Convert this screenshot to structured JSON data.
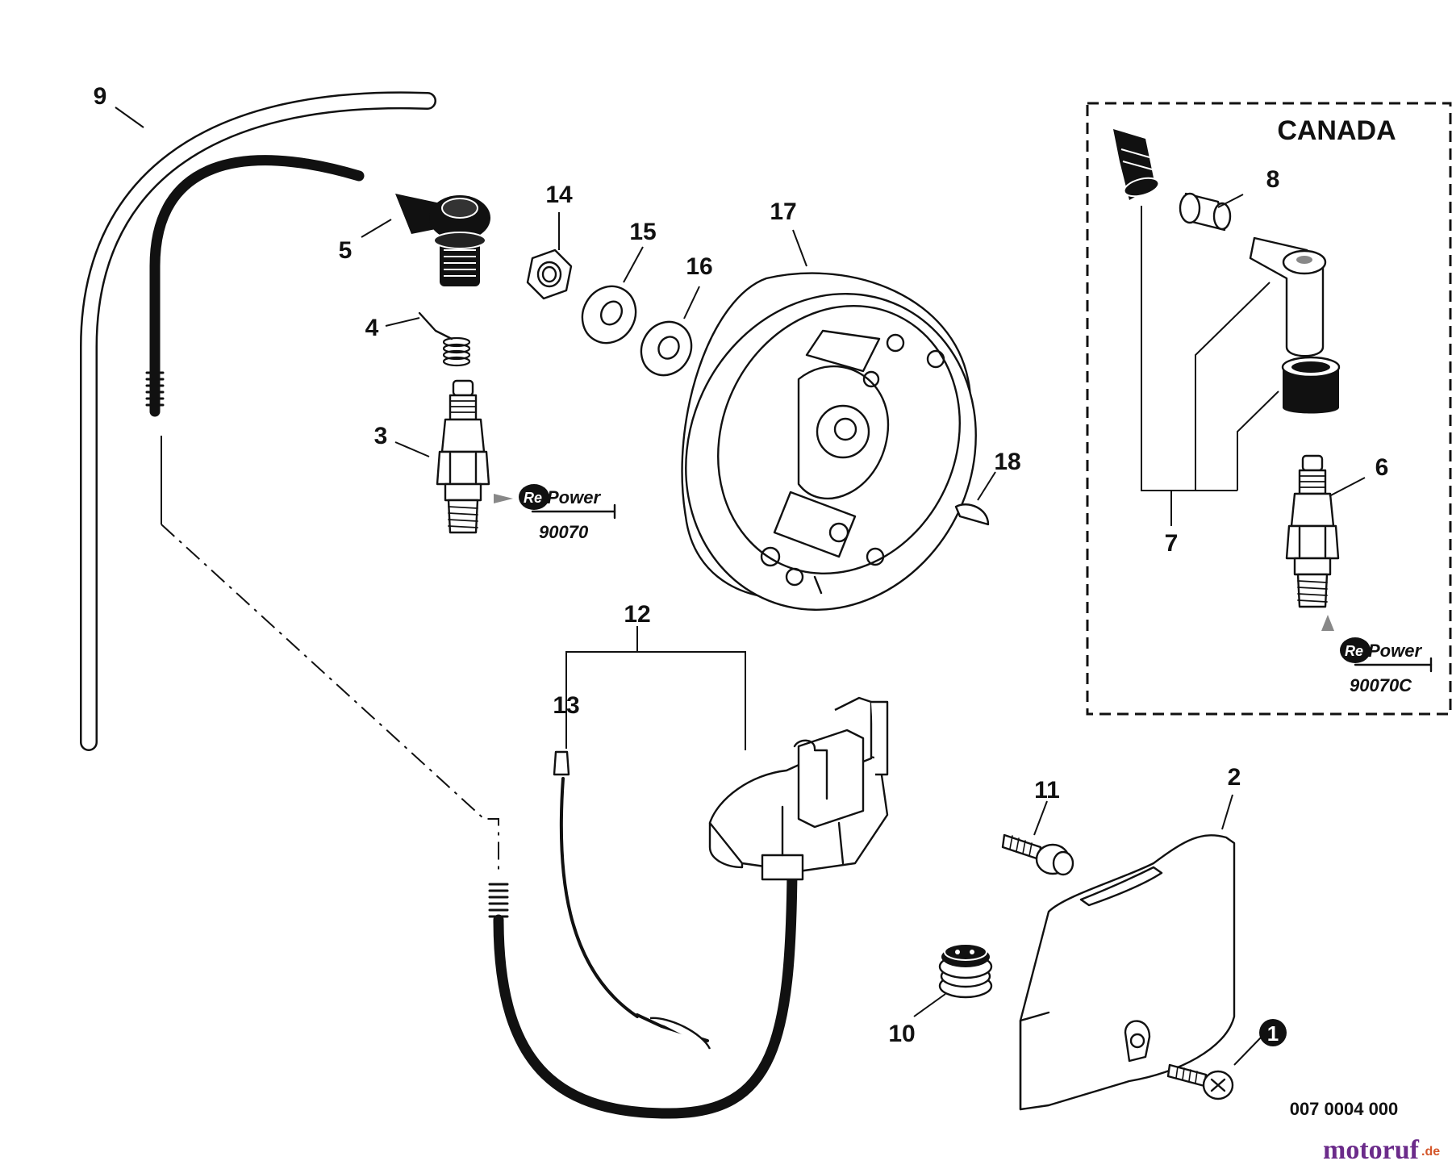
{
  "diagram": {
    "labels": {
      "p2": "2",
      "p3": "3",
      "p4": "4",
      "p5": "5",
      "p6": "6",
      "p7": "7",
      "p8": "8",
      "p9": "9",
      "p10": "10",
      "p11": "11",
      "p12": "12",
      "p13": "13",
      "p14": "14",
      "p15": "15",
      "p16": "16",
      "p17": "17",
      "p18": "18",
      "p1_circled": "1"
    },
    "canada_box_title": "CANADA",
    "repower_left": {
      "brand_re": "Re",
      "brand_power": "Power",
      "part_number": "90070"
    },
    "repower_right": {
      "brand_re": "Re",
      "brand_power": "Power",
      "part_number": "90070C"
    },
    "drawing_number": "007 0004 000",
    "watermark": {
      "main": "motoruf",
      "suffix": ".de"
    },
    "colors": {
      "ink": "#111111",
      "watermark_main": "#6b2b8a",
      "watermark_suffix": "#d4572b"
    }
  }
}
